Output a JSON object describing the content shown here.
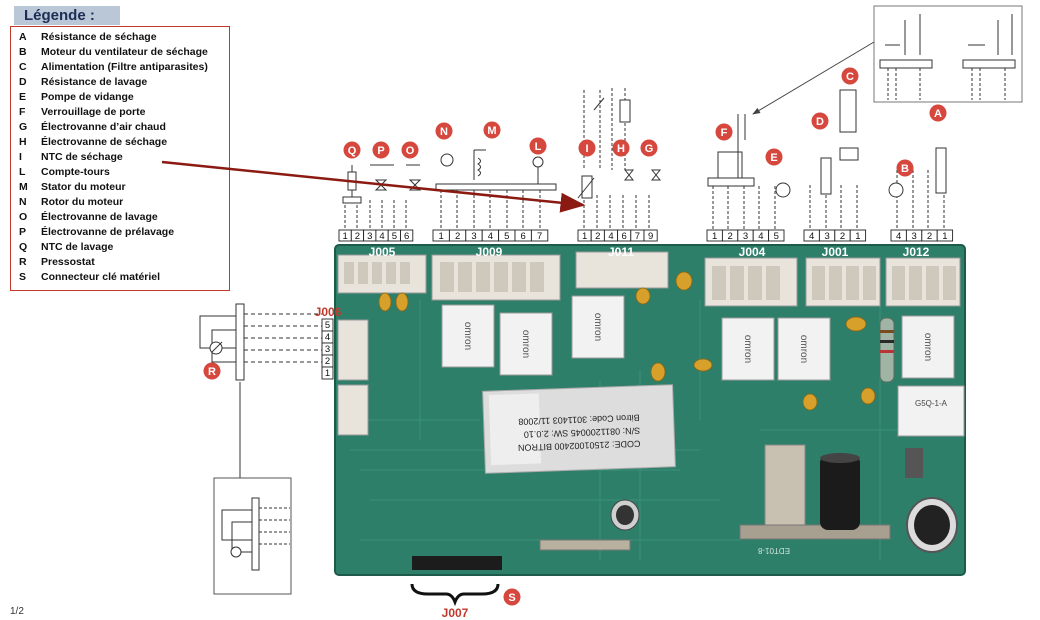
{
  "legend": {
    "title": "Légende :",
    "items": [
      {
        "key": "A",
        "label": "Résistance de séchage"
      },
      {
        "key": "B",
        "label": "Moteur du ventilateur de séchage"
      },
      {
        "key": "C",
        "label": "Alimentation (Filtre antiparasites)"
      },
      {
        "key": "D",
        "label": "Résistance de lavage"
      },
      {
        "key": "E",
        "label": "Pompe de vidange"
      },
      {
        "key": "F",
        "label": "Verrouillage de porte"
      },
      {
        "key": "G",
        "label": "Électrovanne d’air chaud"
      },
      {
        "key": "H",
        "label": "Électrovanne de séchage"
      },
      {
        "key": "I",
        "label": "NTC de séchage"
      },
      {
        "key": "L",
        "label": "Compte-tours"
      },
      {
        "key": "M",
        "label": "Stator du moteur"
      },
      {
        "key": "N",
        "label": "Rotor du moteur"
      },
      {
        "key": "O",
        "label": "Électrovanne de lavage"
      },
      {
        "key": "P",
        "label": "Électrovanne de prélavage"
      },
      {
        "key": "Q",
        "label": "NTC de lavage"
      },
      {
        "key": "R",
        "label": "Pressostat"
      },
      {
        "key": "S",
        "label": "Connecteur clé matériel"
      }
    ]
  },
  "connectors": {
    "J005": {
      "label": "J005",
      "pins": [
        "1",
        "2",
        "3",
        "4",
        "5",
        "6"
      ]
    },
    "J009": {
      "label": "J009",
      "pins": [
        "1",
        "2",
        "3",
        "4",
        "5",
        "6",
        "7"
      ]
    },
    "J011": {
      "label": "J011",
      "pins": [
        "1",
        "2",
        "4",
        "6",
        "7",
        "9"
      ]
    },
    "J004": {
      "label": "J004",
      "pins": [
        "1",
        "2",
        "3",
        "4",
        "5"
      ]
    },
    "J001": {
      "label": "J001",
      "pins": [
        "4",
        "3",
        "2",
        "1"
      ]
    },
    "J012": {
      "label": "J012",
      "pins": [
        "4",
        "3",
        "2",
        "1"
      ]
    },
    "J006": {
      "label": "J006",
      "pins": [
        "5",
        "4",
        "3",
        "2",
        "1"
      ]
    },
    "J007": {
      "label": "J007"
    }
  },
  "badges": {
    "Q": "Q",
    "P": "P",
    "O": "O",
    "N": "N",
    "M": "M",
    "L": "L",
    "I": "I",
    "H": "H",
    "G": "G",
    "F": "F",
    "E": "E",
    "D": "D",
    "C": "C",
    "B": "B",
    "A": "A",
    "R": "R",
    "S": "S"
  },
  "board": {
    "sticker_lines": [
      "CODE: 21501002400  BITRON",
      "S/N:  0811200045  SW: 2.0.10",
      "Bitron Code: 3011403  11/2008"
    ],
    "relay_brand": "omron",
    "relay_model": "G5Q-1-A",
    "component_code": "EDT01-8"
  },
  "page": {
    "number": "1/2"
  },
  "colors": {
    "badge": "#d6473e",
    "pcb": "#2e7f6a",
    "arrow": "#8b1a12",
    "legend_border": "#c0392b",
    "legend_title_bg": "#b9c7d6"
  }
}
